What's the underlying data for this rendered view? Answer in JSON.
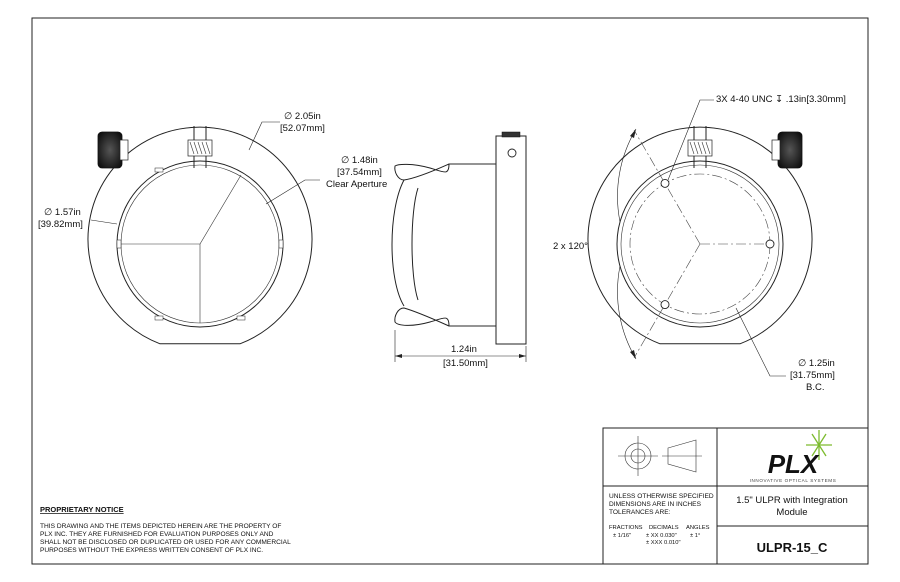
{
  "dimensions": {
    "outer_diameter": "∅ 2.05in",
    "outer_diameter_mm": "[52.07mm]",
    "clear_aperture_diameter": "∅ 1.48in",
    "clear_aperture_mm": "[37.54mm]",
    "clear_aperture_label": "Clear Aperture",
    "inner_diameter": "∅ 1.57in",
    "inner_diameter_mm": "[39.82mm]",
    "depth": "1.24in",
    "depth_mm": "[31.50mm]",
    "angle": "2 x 120°",
    "holes": "3X 4-40 UNC  ↧ .13in",
    "holes_mm": "[3.30mm]",
    "bolt_circle": "∅ 1.25in",
    "bolt_circle_mm": "[31.75mm]",
    "bolt_circle_label": "B.C."
  },
  "notice": {
    "title": "PROPRIETARY NOTICE",
    "lines": [
      "THIS DRAWING AND THE ITEMS DEPICTED HEREIN ARE THE PROPERTY OF",
      "PLX INC. THEY ARE FURNISHED FOR EVALUATION PURPOSES ONLY AND",
      "SHALL NOT BE DISCLOSED OR DUPLICATED OR USED FOR ANY COMMERCIAL",
      "PURPOSES WITHOUT THE EXPRESS WRITTEN CONSENT OF PLX INC."
    ]
  },
  "title_block": {
    "tolerance_lines": [
      "UNLESS OTHERWISE SPECIFIED",
      "DIMENSIONS ARE IN INCHES",
      "TOLERANCES ARE:"
    ],
    "fractions_label": "FRACTIONS",
    "decimals_label": "DECIMALS",
    "angles_label": "ANGLES",
    "fractions_value": "± 1/16\"",
    "decimals_xx": "± XX   0.030\"",
    "decimals_xxx": "± XXX 0.010\"",
    "angles_value": "± 1°",
    "logo_text": "PLX",
    "logo_tagline": "INNOVATIVE OPTICAL SYSTEMS",
    "part_title_line1": "1.5\" ULPR with Integration",
    "part_title_line2": "Module",
    "part_number": "ULPR-15_C"
  },
  "colors": {
    "line": "#222222",
    "logo_green": "#7dbb2e"
  }
}
